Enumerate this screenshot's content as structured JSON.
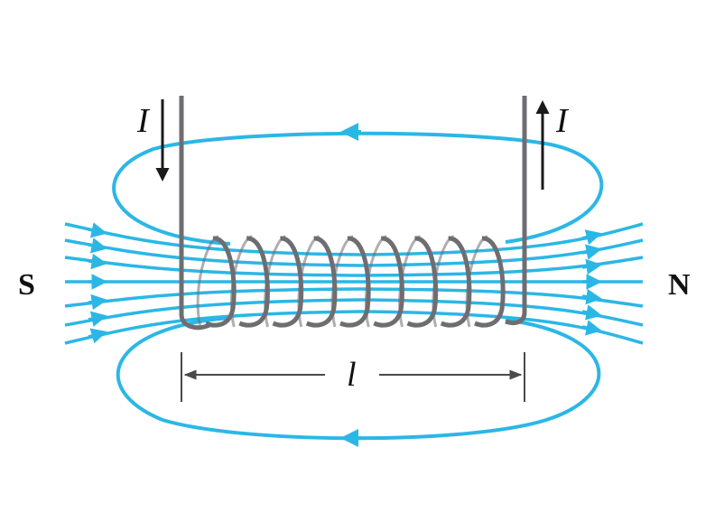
{
  "labels": {
    "south_pole": "S",
    "north_pole": "N",
    "current_in": "I",
    "current_out": "I",
    "length": "l"
  },
  "colors": {
    "field_line": "#2BB7E6",
    "wire": "#6E6E72",
    "dimension": "#4A4A4A",
    "arrow": "#1A1A1A",
    "text": "#111111",
    "background": "#FFFFFF"
  },
  "coil": {
    "turns": 9
  }
}
